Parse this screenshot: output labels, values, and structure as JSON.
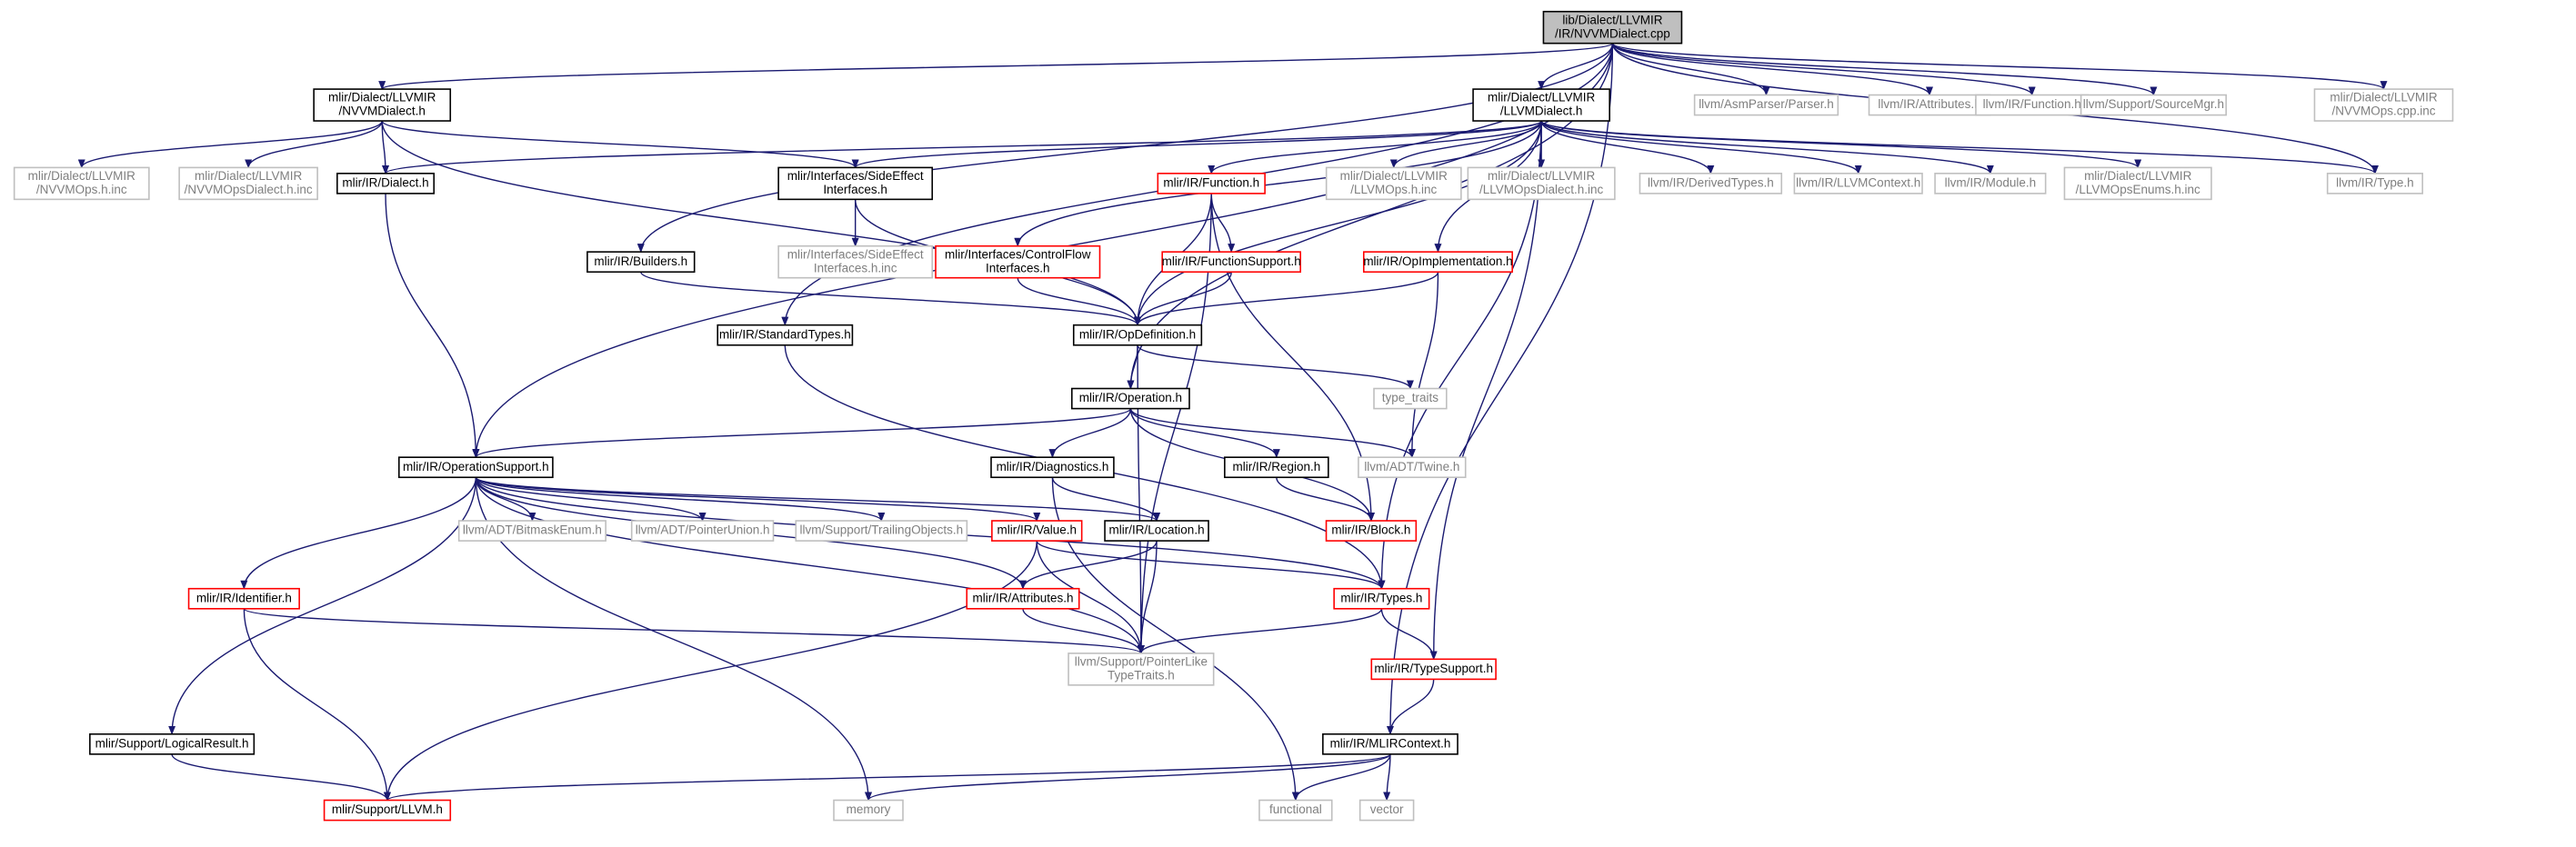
{
  "graph": {
    "colors": {
      "edge": "#191970",
      "edge_gray": "#808080",
      "border_black": "#000000",
      "border_red": "#ff0000",
      "border_gray": "#bfbfbf",
      "fill_root": "#bfbfbf",
      "fill_default": "#ffffff"
    },
    "nodes": [
      {
        "id": "root",
        "lines": [
          "lib/Dialect/LLVMIR",
          "/IR/NVVMDialect.cpp"
        ],
        "style": "root"
      },
      {
        "id": "nvvmdialect_h",
        "lines": [
          "mlir/Dialect/LLVMIR",
          "/NVVMDialect.h"
        ],
        "style": "black"
      },
      {
        "id": "llvmdialect_h",
        "lines": [
          "mlir/Dialect/LLVMIR",
          "/LLVMDialect.h"
        ],
        "style": "black"
      },
      {
        "id": "asmparser",
        "lines": [
          "llvm/AsmParser/Parser.h"
        ],
        "style": "gray"
      },
      {
        "id": "llvm_attributes",
        "lines": [
          "llvm/IR/Attributes.h"
        ],
        "style": "gray"
      },
      {
        "id": "llvm_function",
        "lines": [
          "llvm/IR/Function.h"
        ],
        "style": "gray"
      },
      {
        "id": "sourcemgr",
        "lines": [
          "llvm/Support/SourceMgr.h"
        ],
        "style": "gray"
      },
      {
        "id": "nvvmops_cpp_inc",
        "lines": [
          "mlir/Dialect/LLVMIR",
          "/NVVMOps.cpp.inc"
        ],
        "style": "gray"
      },
      {
        "id": "nvvmops_h_inc",
        "lines": [
          "mlir/Dialect/LLVMIR",
          "/NVVMOps.h.inc"
        ],
        "style": "gray"
      },
      {
        "id": "nvvmopsdialect_h_inc",
        "lines": [
          "mlir/Dialect/LLVMIR",
          "/NVVMOpsDialect.h.inc"
        ],
        "style": "gray"
      },
      {
        "id": "dialect_h",
        "lines": [
          "mlir/IR/Dialect.h"
        ],
        "style": "black"
      },
      {
        "id": "sideeffect_h",
        "lines": [
          "mlir/Interfaces/SideEffect",
          "Interfaces.h"
        ],
        "style": "black"
      },
      {
        "id": "function_h",
        "lines": [
          "mlir/IR/Function.h"
        ],
        "style": "red"
      },
      {
        "id": "llvmops_h_inc",
        "lines": [
          "mlir/Dialect/LLVMIR",
          "/LLVMOps.h.inc"
        ],
        "style": "gray"
      },
      {
        "id": "llvmopsdialect_h_inc",
        "lines": [
          "mlir/Dialect/LLVMIR",
          "/LLVMOpsDialect.h.inc"
        ],
        "style": "gray"
      },
      {
        "id": "derivedtypes",
        "lines": [
          "llvm/IR/DerivedTypes.h"
        ],
        "style": "gray"
      },
      {
        "id": "llvmcontext",
        "lines": [
          "llvm/IR/LLVMContext.h"
        ],
        "style": "gray"
      },
      {
        "id": "llvm_module",
        "lines": [
          "llvm/IR/Module.h"
        ],
        "style": "gray"
      },
      {
        "id": "llvmopsenums",
        "lines": [
          "mlir/Dialect/LLVMIR",
          "/LLVMOpsEnums.h.inc"
        ],
        "style": "gray"
      },
      {
        "id": "llvm_type",
        "lines": [
          "llvm/IR/Type.h"
        ],
        "style": "gray"
      },
      {
        "id": "builders_h",
        "lines": [
          "mlir/IR/Builders.h"
        ],
        "style": "black"
      },
      {
        "id": "sideeffect_h_inc",
        "lines": [
          "mlir/Interfaces/SideEffect",
          "Interfaces.h.inc"
        ],
        "style": "gray"
      },
      {
        "id": "controlflow_h",
        "lines": [
          "mlir/Interfaces/ControlFlow",
          "Interfaces.h"
        ],
        "style": "red"
      },
      {
        "id": "functionsupport",
        "lines": [
          "mlir/IR/FunctionSupport.h"
        ],
        "style": "red"
      },
      {
        "id": "opimplementation",
        "lines": [
          "mlir/IR/OpImplementation.h"
        ],
        "style": "red"
      },
      {
        "id": "standardtypes",
        "lines": [
          "mlir/IR/StandardTypes.h"
        ],
        "style": "black"
      },
      {
        "id": "opdefinition",
        "lines": [
          "mlir/IR/OpDefinition.h"
        ],
        "style": "black"
      },
      {
        "id": "type_traits",
        "lines": [
          "type_traits"
        ],
        "style": "gray"
      },
      {
        "id": "operation_h",
        "lines": [
          "mlir/IR/Operation.h"
        ],
        "style": "black"
      },
      {
        "id": "operationsupport",
        "lines": [
          "mlir/IR/OperationSupport.h"
        ],
        "style": "black"
      },
      {
        "id": "diagnostics",
        "lines": [
          "mlir/IR/Diagnostics.h"
        ],
        "style": "black"
      },
      {
        "id": "region",
        "lines": [
          "mlir/IR/Region.h"
        ],
        "style": "black"
      },
      {
        "id": "twine",
        "lines": [
          "llvm/ADT/Twine.h"
        ],
        "style": "gray"
      },
      {
        "id": "bitmaskenum",
        "lines": [
          "llvm/ADT/BitmaskEnum.h"
        ],
        "style": "gray"
      },
      {
        "id": "pointerunion",
        "lines": [
          "llvm/ADT/PointerUnion.h"
        ],
        "style": "gray"
      },
      {
        "id": "trailingobjects",
        "lines": [
          "llvm/Support/TrailingObjects.h"
        ],
        "style": "gray"
      },
      {
        "id": "value_h",
        "lines": [
          "mlir/IR/Value.h"
        ],
        "style": "red"
      },
      {
        "id": "location_h",
        "lines": [
          "mlir/IR/Location.h"
        ],
        "style": "black"
      },
      {
        "id": "block_h",
        "lines": [
          "mlir/IR/Block.h"
        ],
        "style": "red"
      },
      {
        "id": "identifier",
        "lines": [
          "mlir/IR/Identifier.h"
        ],
        "style": "red"
      },
      {
        "id": "attributes_h",
        "lines": [
          "mlir/IR/Attributes.h"
        ],
        "style": "red"
      },
      {
        "id": "types_h",
        "lines": [
          "mlir/IR/Types.h"
        ],
        "style": "red"
      },
      {
        "id": "pointerlike",
        "lines": [
          "llvm/Support/PointerLike",
          "TypeTraits.h"
        ],
        "style": "gray"
      },
      {
        "id": "typesupport",
        "lines": [
          "mlir/IR/TypeSupport.h"
        ],
        "style": "red"
      },
      {
        "id": "logicalresult",
        "lines": [
          "mlir/Support/LogicalResult.h"
        ],
        "style": "black"
      },
      {
        "id": "mlircontext",
        "lines": [
          "mlir/IR/MLIRContext.h"
        ],
        "style": "black"
      },
      {
        "id": "support_llvm",
        "lines": [
          "mlir/Support/LLVM.h"
        ],
        "style": "red"
      },
      {
        "id": "memory",
        "lines": [
          "memory"
        ],
        "style": "gray"
      },
      {
        "id": "functional",
        "lines": [
          "functional"
        ],
        "style": "gray"
      },
      {
        "id": "vector",
        "lines": [
          "vector"
        ],
        "style": "gray"
      }
    ],
    "edges": [
      [
        "root",
        "nvvmdialect_h"
      ],
      [
        "root",
        "llvmdialect_h"
      ],
      [
        "root",
        "asmparser"
      ],
      [
        "root",
        "llvm_attributes"
      ],
      [
        "root",
        "llvm_function"
      ],
      [
        "root",
        "sourcemgr"
      ],
      [
        "root",
        "nvvmops_cpp_inc"
      ],
      [
        "root",
        "operationsupport"
      ],
      [
        "root",
        "builders_h"
      ],
      [
        "root",
        "standardtypes"
      ],
      [
        "root",
        "operation_h"
      ],
      [
        "root",
        "llvm_type"
      ],
      [
        "root",
        "mlircontext"
      ],
      [
        "nvvmdialect_h",
        "nvvmops_h_inc"
      ],
      [
        "nvvmdialect_h",
        "nvvmopsdialect_h_inc"
      ],
      [
        "nvvmdialect_h",
        "dialect_h"
      ],
      [
        "nvvmdialect_h",
        "sideeffect_h"
      ],
      [
        "nvvmdialect_h",
        "opdefinition"
      ],
      [
        "llvmdialect_h",
        "dialect_h"
      ],
      [
        "llvmdialect_h",
        "sideeffect_h"
      ],
      [
        "llvmdialect_h",
        "function_h"
      ],
      [
        "llvmdialect_h",
        "llvmops_h_inc"
      ],
      [
        "llvmdialect_h",
        "llvmopsdialect_h_inc"
      ],
      [
        "llvmdialect_h",
        "derivedtypes"
      ],
      [
        "llvmdialect_h",
        "llvmcontext"
      ],
      [
        "llvmdialect_h",
        "llvm_module"
      ],
      [
        "llvmdialect_h",
        "llvmopsenums"
      ],
      [
        "llvmdialect_h",
        "llvm_type"
      ],
      [
        "llvmdialect_h",
        "controlflow_h"
      ],
      [
        "llvmdialect_h",
        "opimplementation"
      ],
      [
        "llvmdialect_h",
        "opdefinition"
      ],
      [
        "llvmdialect_h",
        "types_h"
      ],
      [
        "llvmdialect_h",
        "typesupport"
      ],
      [
        "dialect_h",
        "operationsupport"
      ],
      [
        "sideeffect_h",
        "sideeffect_h_inc"
      ],
      [
        "sideeffect_h",
        "opdefinition"
      ],
      [
        "function_h",
        "functionsupport"
      ],
      [
        "function_h",
        "opdefinition"
      ],
      [
        "function_h",
        "block_h"
      ],
      [
        "function_h",
        "pointerlike"
      ],
      [
        "builders_h",
        "opdefinition"
      ],
      [
        "controlflow_h",
        "opdefinition"
      ],
      [
        "functionsupport",
        "opdefinition"
      ],
      [
        "opimplementation",
        "opdefinition"
      ],
      [
        "opimplementation",
        "twine"
      ],
      [
        "standardtypes",
        "types_h"
      ],
      [
        "opdefinition",
        "operation_h"
      ],
      [
        "opdefinition",
        "type_traits"
      ],
      [
        "opdefinition",
        "pointerlike"
      ],
      [
        "operation_h",
        "operationsupport"
      ],
      [
        "operation_h",
        "diagnostics"
      ],
      [
        "operation_h",
        "region"
      ],
      [
        "operation_h",
        "twine"
      ],
      [
        "operation_h",
        "block_h"
      ],
      [
        "operationsupport",
        "bitmaskenum"
      ],
      [
        "operationsupport",
        "pointerunion"
      ],
      [
        "operationsupport",
        "trailingobjects"
      ],
      [
        "operationsupport",
        "value_h"
      ],
      [
        "operationsupport",
        "location_h"
      ],
      [
        "operationsupport",
        "types_h"
      ],
      [
        "operationsupport",
        "identifier"
      ],
      [
        "operationsupport",
        "attributes_h"
      ],
      [
        "operationsupport",
        "pointerlike"
      ],
      [
        "operationsupport",
        "logicalresult"
      ],
      [
        "operationsupport",
        "memory"
      ],
      [
        "diagnostics",
        "location_h"
      ],
      [
        "diagnostics",
        "functional"
      ],
      [
        "region",
        "block_h"
      ],
      [
        "value_h",
        "types_h"
      ],
      [
        "value_h",
        "pointerlike"
      ],
      [
        "value_h",
        "support_llvm"
      ],
      [
        "location_h",
        "attributes_h"
      ],
      [
        "location_h",
        "pointerlike"
      ],
      [
        "identifier",
        "pointerlike"
      ],
      [
        "identifier",
        "support_llvm"
      ],
      [
        "attributes_h",
        "pointerlike"
      ],
      [
        "types_h",
        "pointerlike"
      ],
      [
        "types_h",
        "typesupport"
      ],
      [
        "typesupport",
        "mlircontext"
      ],
      [
        "logicalresult",
        "support_llvm"
      ],
      [
        "mlircontext",
        "support_llvm"
      ],
      [
        "mlircontext",
        "memory"
      ],
      [
        "mlircontext",
        "functional"
      ],
      [
        "mlircontext",
        "vector"
      ]
    ]
  }
}
